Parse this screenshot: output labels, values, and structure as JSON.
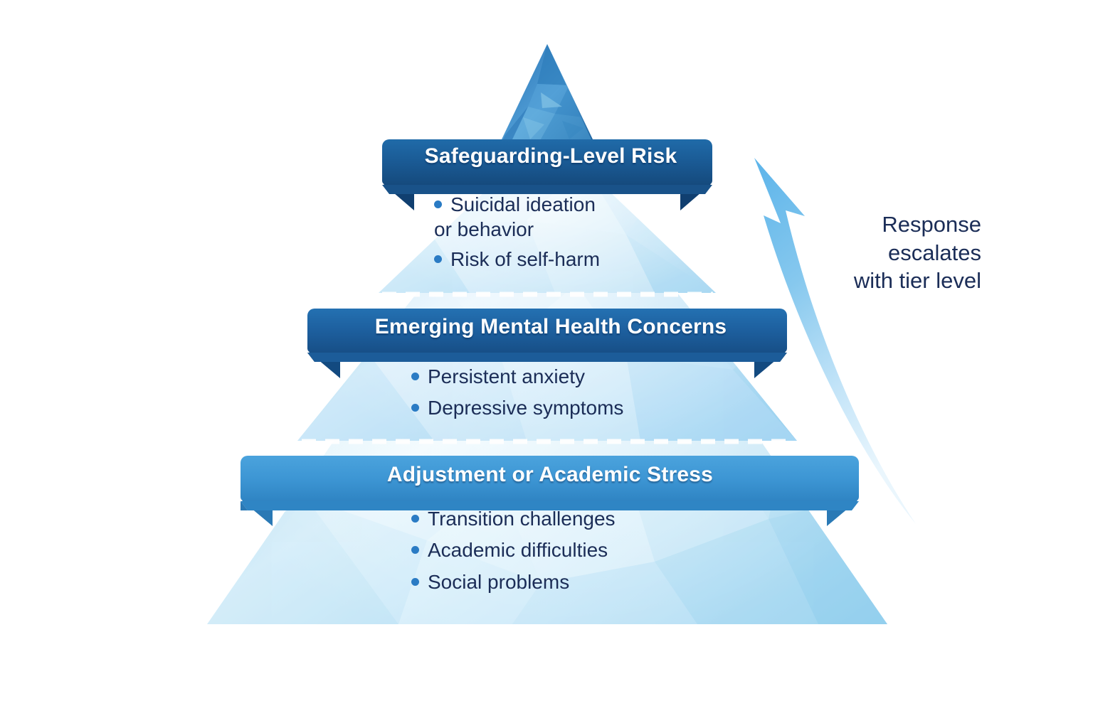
{
  "diagram": {
    "type": "3-tier pyramid",
    "background_color": "#ffffff",
    "text_color": "#1b2d57",
    "bullet_color": "#2a7bc4",
    "tiers": [
      {
        "id": "tier-top",
        "level": 3,
        "title": "Safeguarding-Level Risk",
        "banner_color": "#18548f",
        "body_color": "#cfe8f7",
        "bullets": [
          {
            "text": "Suicidal ideation",
            "continuation": "or behavior"
          },
          {
            "text": "Risk of self-harm",
            "continuation": ""
          }
        ]
      },
      {
        "id": "tier-middle",
        "level": 2,
        "title": "Emerging Mental Health Concerns",
        "banner_color": "#1d5f9e",
        "body_color": "#bfe2f6",
        "bullets": [
          {
            "text": "Persistent anxiety",
            "continuation": ""
          },
          {
            "text": "Depressive symptoms",
            "continuation": ""
          }
        ]
      },
      {
        "id": "tier-bottom",
        "level": 1,
        "title": "Adjustment or Academic Stress",
        "banner_color": "#3d96d4",
        "body_color": "#cbe7f8",
        "bullets": [
          {
            "text": "Transition challenges",
            "continuation": ""
          },
          {
            "text": "Academic difficulties",
            "continuation": ""
          },
          {
            "text": "Social problems",
            "continuation": ""
          }
        ]
      }
    ],
    "apex": {
      "name": "pyramid-apex",
      "color": "#2f7fc0"
    },
    "dividers": {
      "style": "dashed",
      "color": "#ffffff",
      "count": 2
    },
    "annotation": {
      "arrow": {
        "name": "escalation-arrow",
        "direction": "up",
        "color": "#6fc0ee"
      },
      "lines": [
        "Response",
        "escalates",
        "with tier level"
      ]
    }
  }
}
